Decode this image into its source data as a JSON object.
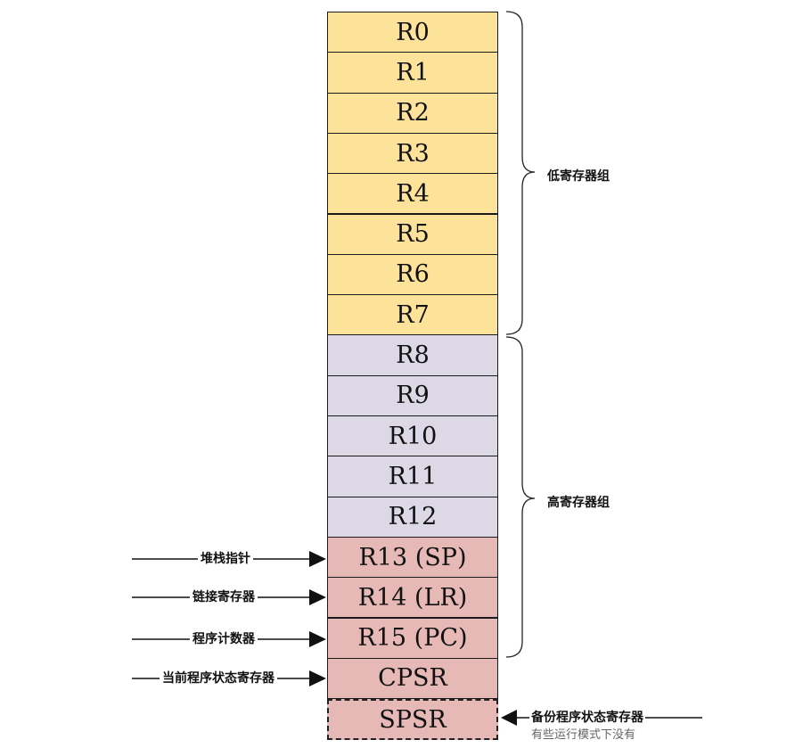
{
  "colors": {
    "low": "#fde29a",
    "high": "#dcd8e6",
    "special": "#e6b8b6",
    "border": "#1a1a1a"
  },
  "registers": [
    {
      "label": "R0",
      "group": "low"
    },
    {
      "label": "R1",
      "group": "low"
    },
    {
      "label": "R2",
      "group": "low"
    },
    {
      "label": "R3",
      "group": "low"
    },
    {
      "label": "R4",
      "group": "low"
    },
    {
      "label": "R5",
      "group": "low"
    },
    {
      "label": "R6",
      "group": "low"
    },
    {
      "label": "R7",
      "group": "low"
    },
    {
      "label": "R8",
      "group": "high"
    },
    {
      "label": "R9",
      "group": "high"
    },
    {
      "label": "R10",
      "group": "high"
    },
    {
      "label": "R11",
      "group": "high"
    },
    {
      "label": "R12",
      "group": "high"
    },
    {
      "label": "R13 (SP)",
      "group": "special"
    },
    {
      "label": "R14 (LR)",
      "group": "special"
    },
    {
      "label": "R15 (PC)",
      "group": "special"
    },
    {
      "label": "CPSR",
      "group": "special"
    },
    {
      "label": "SPSR",
      "group": "special",
      "dashed": true
    }
  ],
  "groups": {
    "low": "低寄存器组",
    "high": "高寄存器组"
  },
  "annotations": {
    "sp": "堆栈指针",
    "lr": "链接寄存器",
    "pc": "程序计数器",
    "cpsr": "当前程序状态寄存器",
    "spsr": "备份程序状态寄存器",
    "spsr_note": "有些运行模式下没有"
  }
}
